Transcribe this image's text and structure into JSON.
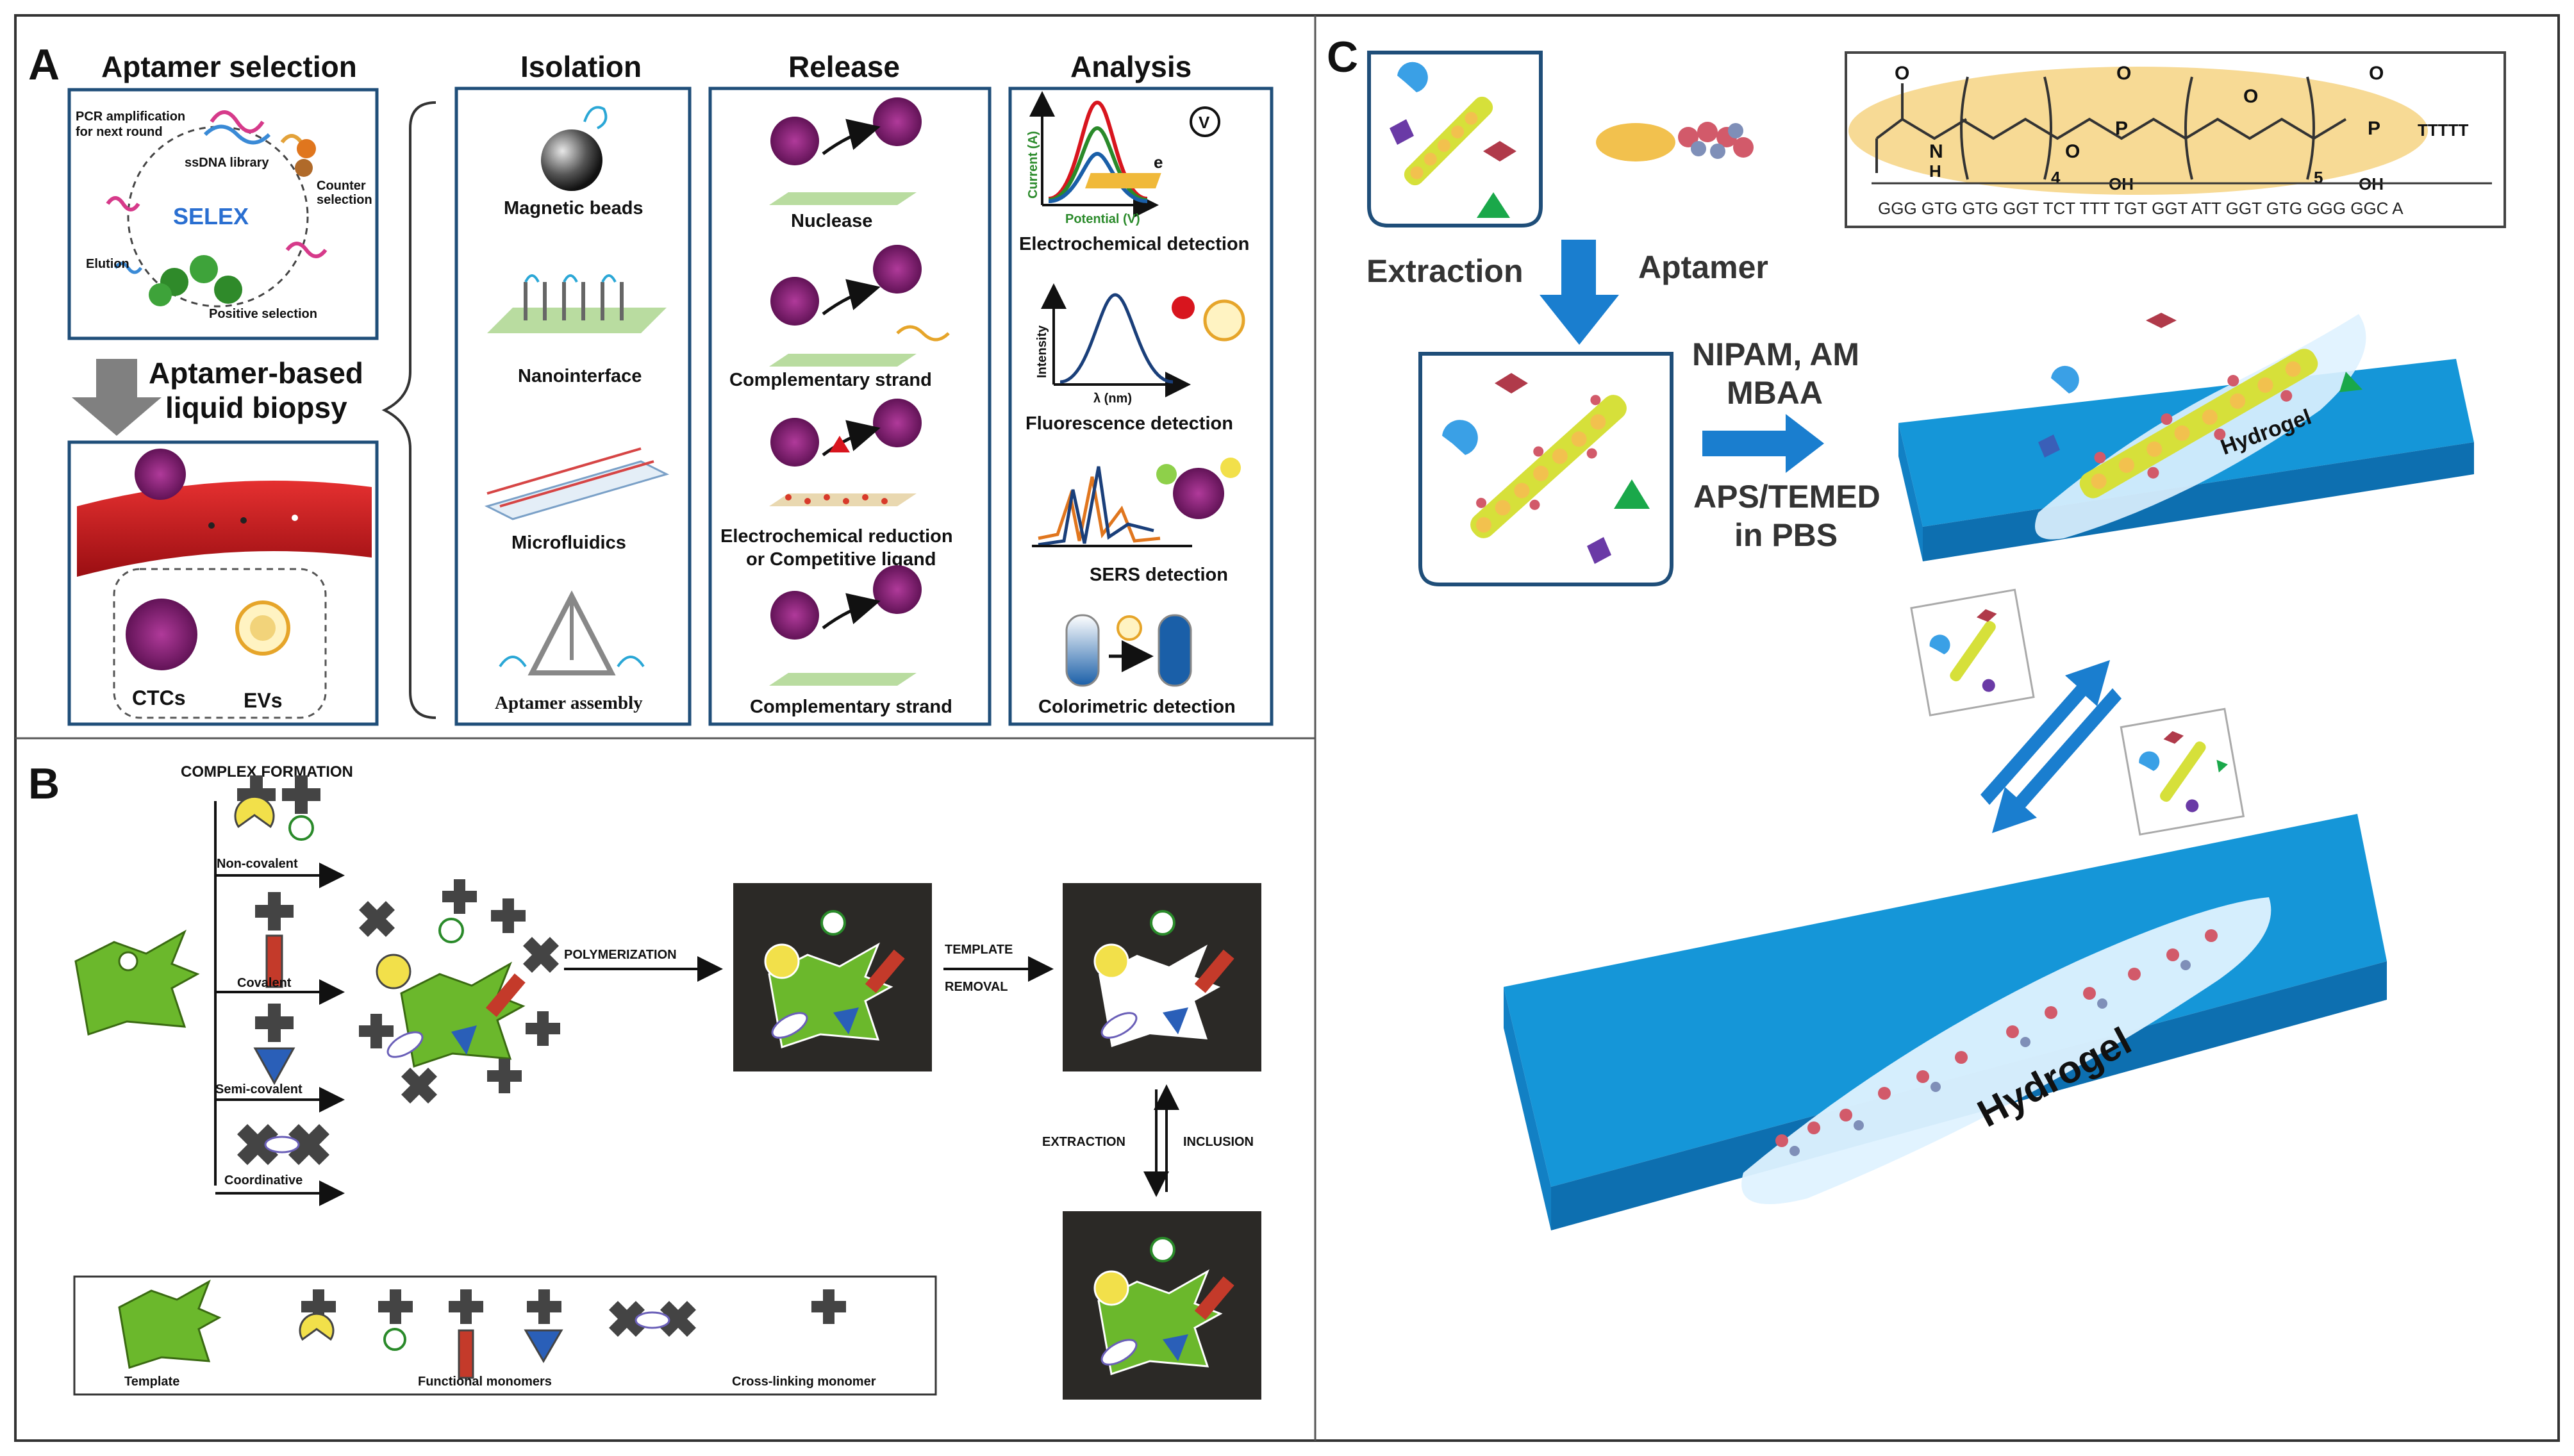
{
  "panels": {
    "a": {
      "letter": "A",
      "headings": {
        "aptamer_selection": "Aptamer selection",
        "isolation": "Isolation",
        "release": "Release",
        "analysis": "Analysis"
      },
      "selex": {
        "title": "SELEX",
        "pcr": "PCR amplification",
        "pcr2": "for next round",
        "library": "ssDNA library",
        "counter": "Counter",
        "counter2": "selection",
        "elution": "Elution",
        "positive": "Positive selection"
      },
      "biopsy": {
        "line1": "Aptamer-based",
        "line2": "liquid biopsy",
        "ctcs": "CTCs",
        "evs": "EVs"
      },
      "isolation_items": [
        "Magnetic beads",
        "Nanointerface",
        "Microfluidics",
        "Aptamer assembly"
      ],
      "release_items": [
        "Nuclease",
        "Complementary strand",
        "Electrochemical reduction",
        "or Competitive ligand",
        "Complementary strand"
      ],
      "analysis_items": [
        "Electrochemical detection",
        "Fluorescence detection",
        "SERS detection",
        "Colorimetric detection"
      ],
      "axes": {
        "current": "Current (A)",
        "potential": "Potential (V)",
        "intensity": "Intensity",
        "lambda": "λ  (nm)",
        "v": "V",
        "e": "e"
      }
    },
    "b": {
      "letter": "B",
      "complex_formation": "COMPLEX FORMATION",
      "bonds": [
        "Non-covalent",
        "Covalent",
        "Semi-covalent",
        "Coordinative"
      ],
      "polymerization": "POLYMERIZATION",
      "template_removal_1": "TEMPLATE",
      "template_removal_2": "REMOVAL",
      "extraction": "EXTRACTION",
      "inclusion": "INCLUSION",
      "legend": {
        "template": "Template",
        "functional": "Functional  monomers",
        "crosslinking": "Cross-linking  monomer"
      }
    },
    "c": {
      "letter": "C",
      "extraction": "Extraction",
      "aptamer": "Aptamer",
      "reagents": [
        "NIPAM, AM",
        "MBAA",
        "APS/TEMED",
        "in PBS"
      ],
      "hydrogel_top": "Hydrogel",
      "hydrogel_bottom": "Hydrogel",
      "sequence": "GGG GTG GTG GGT TCT TTT TGT GGT ATT GGT GTG GGG GGC A",
      "chem": {
        "o": "O",
        "h": "H",
        "n": "N",
        "p": "P",
        "oh": "OH",
        "sub4": "4",
        "sub5": "5",
        "tail": "TTTTT"
      }
    }
  },
  "colors": {
    "frame": "#333333",
    "box_blue": "#1f4e79",
    "hydrogel_blue": "#1596d8",
    "arrow_blue": "#1a7ecf",
    "template_green": "#6bb82c",
    "dark_box": "#2b2926",
    "cell_purple": "#8a1f7a",
    "vessel_red": "#c8191e",
    "yellow_label": "#f2c14e"
  }
}
